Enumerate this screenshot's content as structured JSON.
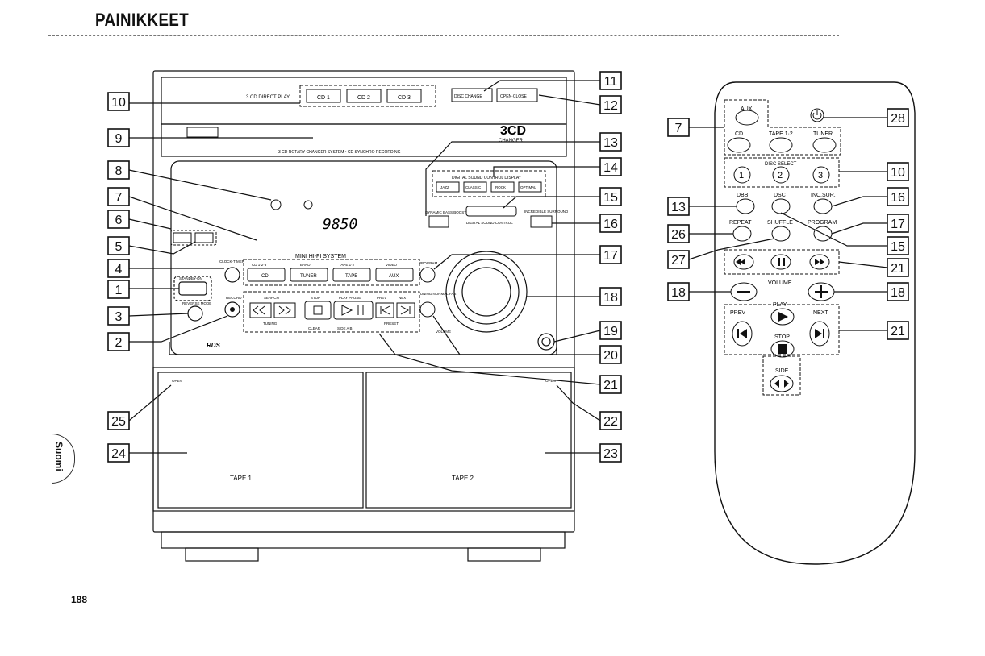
{
  "header": {
    "title": "PAINIKKEET"
  },
  "footer": {
    "page_number": "188",
    "language_tab": "Suomi"
  },
  "unit": {
    "cd_direct_play": "3 CD DIRECT PLAY",
    "cd_buttons": [
      "CD 1",
      "CD 2",
      "CD 3"
    ],
    "disc_change": "DISC CHANGE",
    "open_close": "OPEN·CLOSE",
    "changer_logo": "3CD",
    "changer_sub": "CHANGER",
    "carousel_text": "3 CD ROTARY CHANGER SYSTEM • CD SYNCHRO RECORDING",
    "dsc_display": "DIGITAL SOUND CONTROL DISPLAY",
    "dsc_buttons": [
      "JAZZ",
      "CLASSIC",
      "ROCK",
      "OPTIMAL"
    ],
    "dbb": "DYNAMIC BASS BOOST",
    "dsc_knob": "DIGITAL SOUND CONTROL",
    "incredible_surround": "INCREDIBLE SURROUND",
    "display_readout": "9850",
    "model": "MINI HI-FI SYSTEM",
    "clock_timer": "CLOCK·TIMER",
    "standby_on": "STANDBY-ON",
    "record": "RECORD",
    "reverse_mode": "REVERSE MODE",
    "source_labels": [
      "CD 1·2·3",
      "BAND",
      "TAPE 1·2",
      "VIDEO"
    ],
    "source_buttons": [
      "CD",
      "TUNER",
      "TAPE",
      "AUX"
    ],
    "program": "PROGRAM",
    "search": "SEARCH",
    "stop": "STOP",
    "play_pause": "PLAY  PAUSE",
    "prev": "PREV",
    "next": "NEXT",
    "tuning": "TUNING",
    "clear": "CLEAR",
    "side_ab": "SIDE A B",
    "preset": "PRESET",
    "rds": "RDS",
    "tuning_normal": "TUNING NORMAL FAST",
    "volume": "VOLUME",
    "open": "OPEN",
    "tape1": "TAPE 1",
    "tape2": "TAPE 2"
  },
  "remote": {
    "aux": "AUX",
    "cd": "CD",
    "tape": "TAPE 1·2",
    "tuner": "TUNER",
    "disc_select": "DISC SELECT",
    "discs": [
      "1",
      "2",
      "3"
    ],
    "dbb": "DBB",
    "dsc": "DSC",
    "incredible": "INC.SUR.",
    "repeat": "REPEAT",
    "shuffle": "SHUFFLE",
    "program": "PROGRAM",
    "volume": "VOLUME",
    "play": "PLAY",
    "prev": "PREV",
    "next": "NEXT",
    "stop": "STOP",
    "side": "SIDE"
  },
  "callouts": {
    "unit_left": [
      "10",
      "9",
      "8",
      "7",
      "6",
      "5",
      "4",
      "1",
      "3",
      "2",
      "25",
      "24"
    ],
    "unit_right": [
      "11",
      "12",
      "13",
      "14",
      "15",
      "16",
      "17",
      "18",
      "19",
      "20",
      "21",
      "22",
      "23"
    ],
    "remote_left": [
      "7",
      "13",
      "26",
      "27",
      "18"
    ],
    "remote_right": [
      "28",
      "10",
      "16",
      "17",
      "15",
      "21",
      "18",
      "21"
    ]
  }
}
